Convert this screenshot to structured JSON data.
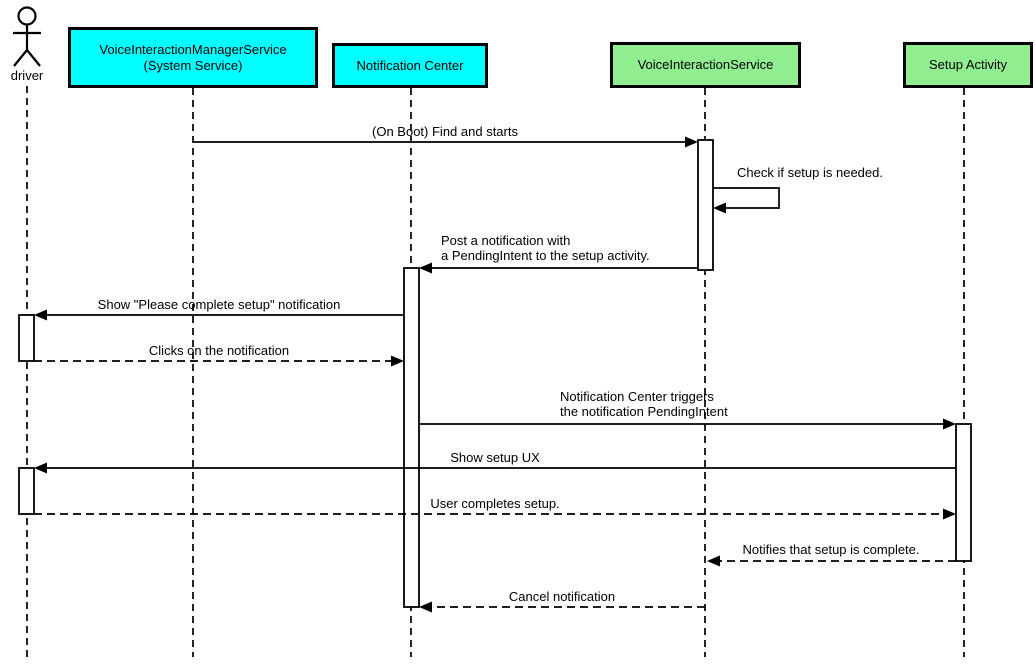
{
  "diagram_type": "uml-sequence-diagram",
  "colors": {
    "system_participant_fill": "#00ffff",
    "app_participant_fill": "#90ee90",
    "line": "#000000",
    "background": "#ffffff",
    "activation_fill": "#ffffff"
  },
  "actor": {
    "name": "driver"
  },
  "participants": [
    {
      "label": "VoiceInteractionManagerService\n(System Service)",
      "color": "#00ffff"
    },
    {
      "label": "Notification Center",
      "color": "#00ffff"
    },
    {
      "label": "VoiceInteractionService",
      "color": "#90ee90"
    },
    {
      "label": "Setup Activity",
      "color": "#90ee90"
    }
  ],
  "messages": [
    {
      "label": "(On Boot) Find and starts",
      "from": "VoiceInteractionManagerService (System Service)",
      "to": "VoiceInteractionService",
      "style": "solid"
    },
    {
      "label": "Check if setup is needed.",
      "from": "VoiceInteractionService",
      "to": "VoiceInteractionService",
      "style": "self"
    },
    {
      "label": "Post a notification with\na PendingIntent to the setup activity.",
      "from": "VoiceInteractionService",
      "to": "Notification Center",
      "style": "solid"
    },
    {
      "label": "Show \"Please complete setup\" notification",
      "from": "Notification Center",
      "to": "driver",
      "style": "solid"
    },
    {
      "label": "Clicks on the notification",
      "from": "driver",
      "to": "Notification Center",
      "style": "dashed"
    },
    {
      "label": "Notification Center triggers\nthe notification PendingIntent",
      "from": "Notification Center",
      "to": "Setup Activity",
      "style": "solid"
    },
    {
      "label": "Show setup UX",
      "from": "Setup Activity",
      "to": "driver",
      "style": "solid"
    },
    {
      "label": "User completes setup.",
      "from": "driver",
      "to": "Setup Activity",
      "style": "dashed"
    },
    {
      "label": "Notifies that setup is complete.",
      "from": "Setup Activity",
      "to": "VoiceInteractionService",
      "style": "dashed"
    },
    {
      "label": "Cancel notification",
      "from": "VoiceInteractionService",
      "to": "Notification Center",
      "style": "dashed"
    }
  ]
}
